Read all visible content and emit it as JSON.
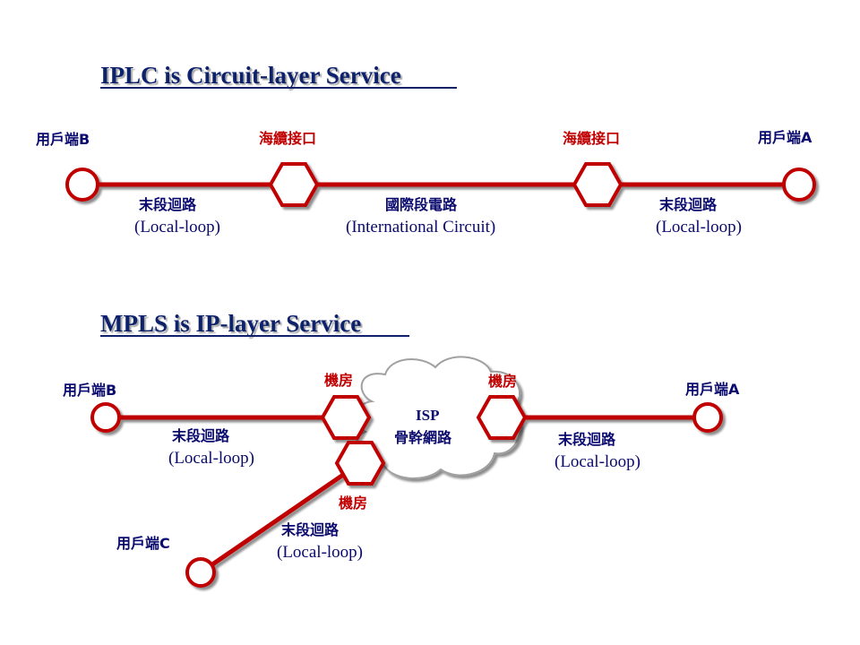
{
  "colors": {
    "line": "#c00000",
    "title_text": "#10206a",
    "label_text": "#0a0a6e",
    "red_text": "#c00000",
    "cloud_stroke": "#a0a0a0"
  },
  "diagram1": {
    "title": "IPLC is Circuit-layer Service",
    "customer_b": "用戶端B",
    "customer_a": "用戶端A",
    "cable_interface_left": "海纜接口",
    "cable_interface_right": "海纜接口",
    "seg_left_cn": "末段迴路",
    "seg_left_en": "(Local-loop)",
    "seg_mid_cn": "國際段電路",
    "seg_mid_en": "(International Circuit)",
    "seg_right_cn": "末段迴路",
    "seg_right_en": "(Local-loop)"
  },
  "diagram2": {
    "title": "MPLS is IP-layer Service",
    "customer_b": "用戶端B",
    "customer_a": "用戶端A",
    "customer_c": "用戶端C",
    "pop_left": "機房",
    "pop_right": "機房",
    "pop_bottom": "機房",
    "cloud_line1": "ISP",
    "cloud_line2": "骨幹網路",
    "seg_left_cn": "末段迴路",
    "seg_left_en": "(Local-loop)",
    "seg_right_cn": "末段迴路",
    "seg_right_en": "(Local-loop)",
    "seg_bottom_cn": "末段迴路",
    "seg_bottom_en": "(Local-loop)"
  }
}
